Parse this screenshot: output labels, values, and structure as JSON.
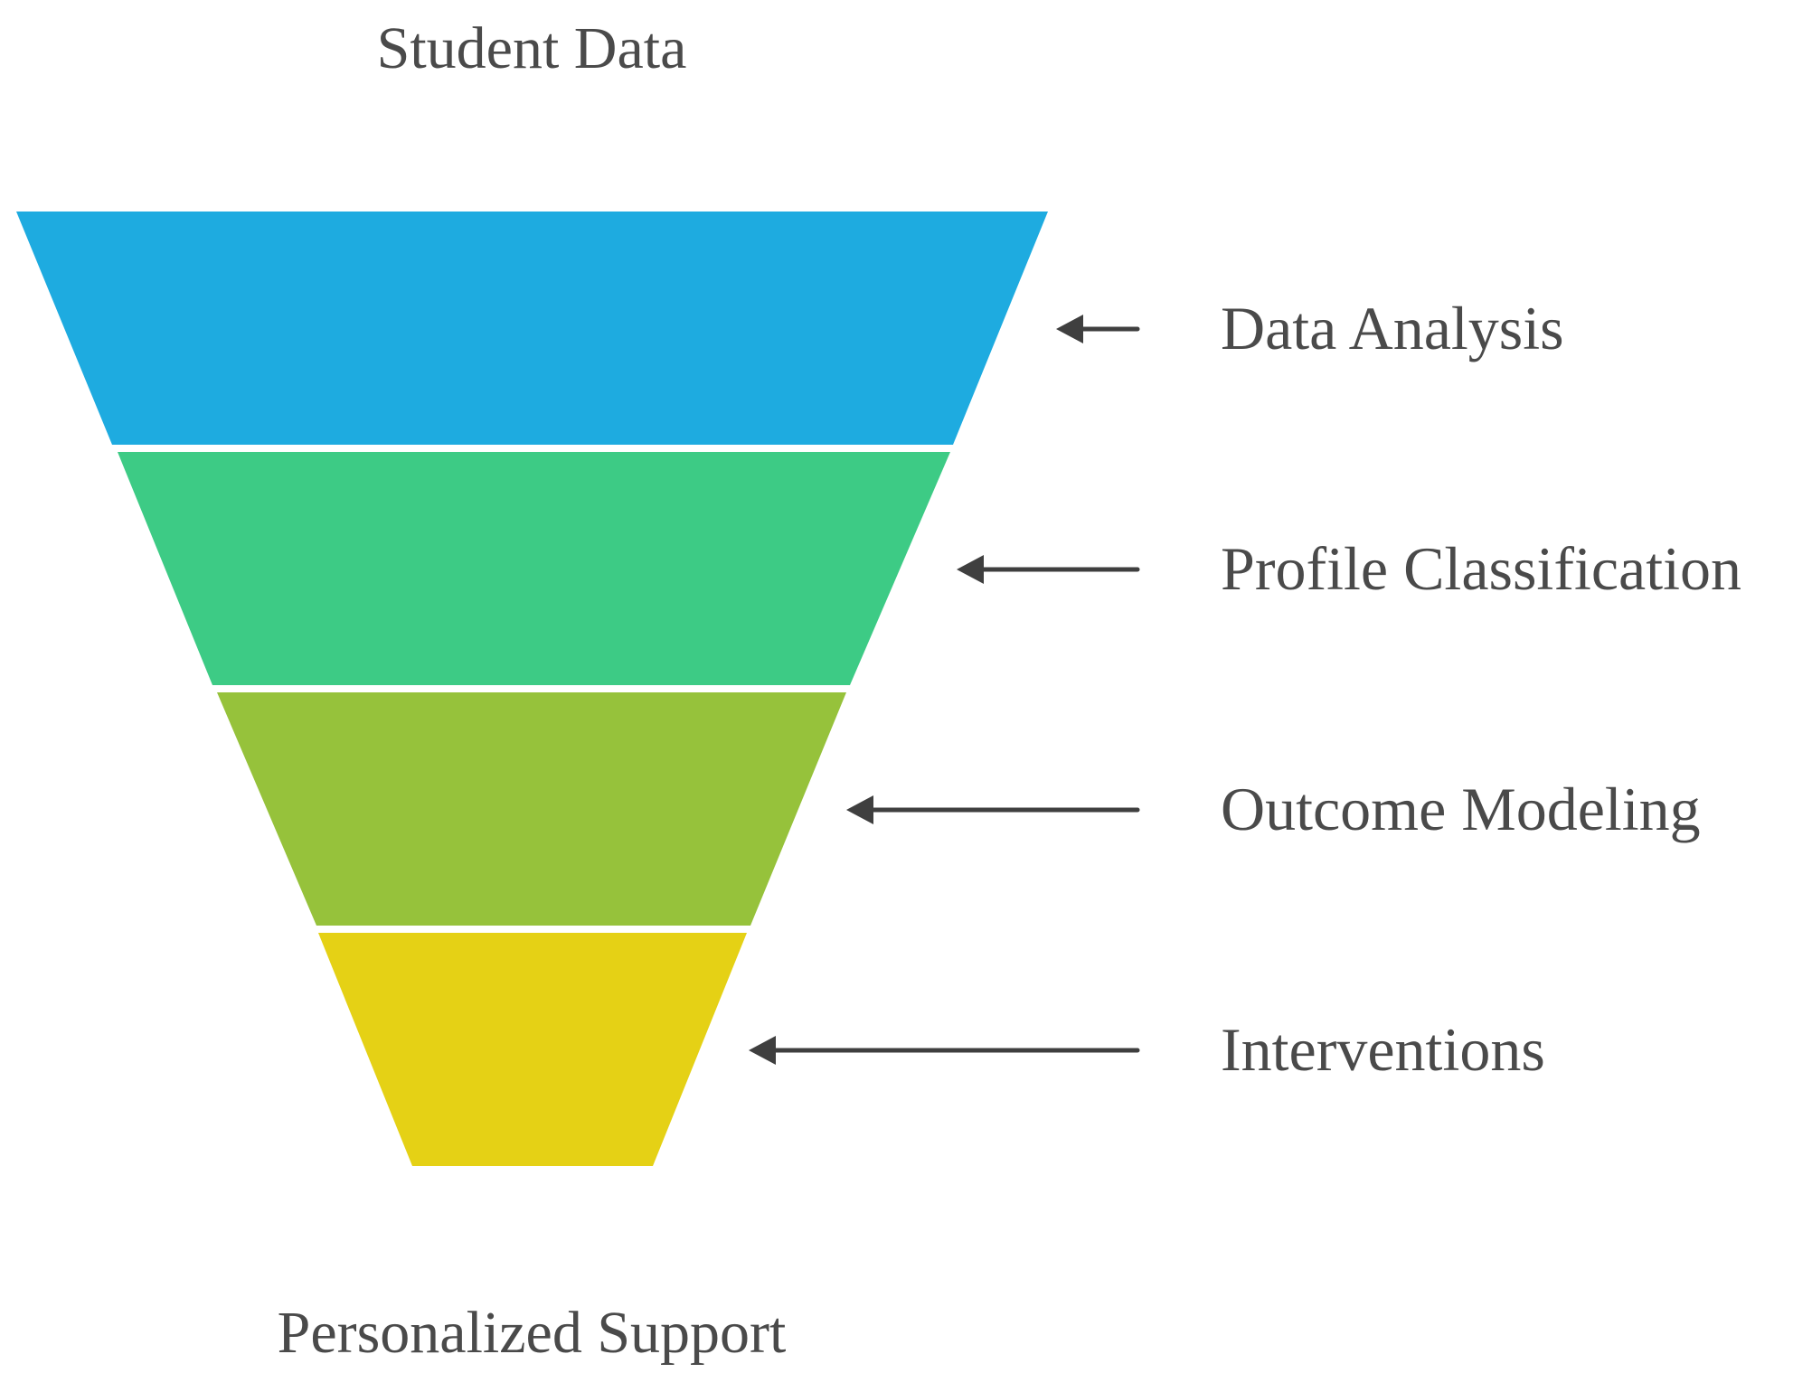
{
  "diagram": {
    "top_label": "Student Data",
    "bottom_label": "Personalized Support",
    "stages": [
      {
        "label": "Data Analysis",
        "color": "#1EABE0"
      },
      {
        "label": "Profile Classification",
        "color": "#3DCB85"
      },
      {
        "label": "Outcome Modeling",
        "color": "#96C23B"
      },
      {
        "label": "Interventions",
        "color": "#E5D115"
      }
    ],
    "arrow_color": "#3f3f3f"
  }
}
